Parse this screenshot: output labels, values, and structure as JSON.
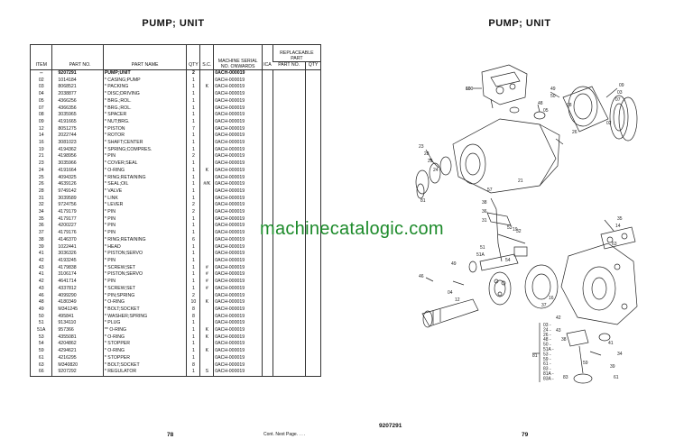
{
  "left_page": {
    "title": "PUMP; UNIT",
    "page_number": "78",
    "continued": "Cont. Next Page. . . .",
    "headers": {
      "item": "ITEM",
      "part_no": "PART NO.",
      "part_name": "PART NAME",
      "qty": "QTY",
      "sc": "S.C.",
      "machine_serial": "MACHINE SERIAL NO. ONWARDS",
      "replaceable_part": "REPLACEABLE PART",
      "ica": "ICA",
      "rp_part_no": "PART NO.",
      "rp_qty": "QTY"
    },
    "rows": [
      [
        "--",
        "9207291",
        "PUMP;UNIT",
        "2",
        "",
        "0ACH-000019"
      ],
      [
        "02",
        "1014184",
        "* CASING;PUMP",
        "1",
        "",
        "0ACH-000019"
      ],
      [
        "03",
        "8068521",
        "* PACKING",
        "1",
        "K",
        "0ACH-000019"
      ],
      [
        "04",
        "2038877",
        "* DISC;DRIVING",
        "1",
        "",
        "0ACH-000019"
      ],
      [
        "05",
        "4366256",
        "* BRG.;ROL.",
        "1",
        "",
        "0ACH-000019"
      ],
      [
        "07",
        "4366356",
        "* BRG.;ROL.",
        "1",
        "",
        "0ACH-000019"
      ],
      [
        "08",
        "3035965",
        "* SPACER",
        "1",
        "",
        "0ACH-000019"
      ],
      [
        "09",
        "4191665",
        "* NUT;BRG.",
        "1",
        "",
        "0ACH-000019"
      ],
      [
        "12",
        "8051275",
        "* PISTON",
        "7",
        "",
        "0ACH-000019"
      ],
      [
        "14",
        "2022744",
        "* ROTOR",
        "1",
        "",
        "0ACH-000019"
      ],
      [
        "16",
        "3081023",
        "* SHAFT;CENTER",
        "1",
        "",
        "0ACH-000019"
      ],
      [
        "19",
        "4194362",
        "* SPRING;COMPRES.",
        "1",
        "",
        "0ACH-000019"
      ],
      [
        "21",
        "4198956",
        "* PIN",
        "2",
        "",
        "0ACH-000019"
      ],
      [
        "23",
        "3035966",
        "* COVER;SEAL",
        "1",
        "",
        "0ACH-000019"
      ],
      [
        "24",
        "4191664",
        "* O-RING",
        "1",
        "K",
        "0ACH-000019"
      ],
      [
        "25",
        "4094325",
        "* RING;RETAINING",
        "1",
        "",
        "0ACH-000019"
      ],
      [
        "26",
        "4639126",
        "* SEAL;OIL",
        "1",
        "#/K",
        "0ACH-000019"
      ],
      [
        "28",
        "9749142",
        "* VALVE",
        "1",
        "",
        "0ACH-000019"
      ],
      [
        "31",
        "3039589",
        "* LINK",
        "1",
        "",
        "0ACH-000019"
      ],
      [
        "32",
        "9724756",
        "* LEVER",
        "2",
        "",
        "0ACH-000019"
      ],
      [
        "34",
        "4179179",
        "* PIN",
        "2",
        "",
        "0ACH-000019"
      ],
      [
        "35",
        "4179177",
        "* PIN",
        "1",
        "",
        "0ACH-000019"
      ],
      [
        "36",
        "4200227",
        "* PIN",
        "1",
        "",
        "0ACH-000019"
      ],
      [
        "37",
        "4179176",
        "* PIN",
        "1",
        "",
        "0ACH-000019"
      ],
      [
        "38",
        "4146370",
        "* RING;RETAINING",
        "6",
        "",
        "0ACH-000019"
      ],
      [
        "39",
        "1022441",
        "* HEAD",
        "1",
        "",
        "0ACH-000019"
      ],
      [
        "41",
        "3036326",
        "* PISTON;SERVO",
        "1",
        "",
        "0ACH-000019"
      ],
      [
        "42",
        "4193245",
        "* PIN",
        "1",
        "",
        "0ACH-000019"
      ],
      [
        "43",
        "4179838",
        "* SCREW;SET",
        "1",
        "#",
        "0ACH-000019"
      ],
      [
        "41",
        "3106174",
        "* PISTON;SERVO",
        "1",
        "#",
        "0ACH-000019"
      ],
      [
        "42",
        "4641714",
        "* PIN",
        "1",
        "#",
        "0ACH-000019"
      ],
      [
        "43",
        "4337812",
        "* SCREW;SET",
        "1",
        "#",
        "0ACH-000019"
      ],
      [
        "46",
        "4099290",
        "* PIN;SPRING",
        "2",
        "",
        "0ACH-000019"
      ],
      [
        "48",
        "4180349",
        "* O-RING",
        "10",
        "K",
        "0ACH-000019"
      ],
      [
        "49",
        "M341245",
        "* BOLT;SOCKET",
        "8",
        "",
        "0ACH-000019"
      ],
      [
        "50",
        "495841",
        "* WASHER;SPRING",
        "8",
        "",
        "0ACH-000019"
      ],
      [
        "51",
        "9134110",
        "* PLUG",
        "1",
        "",
        "0ACH-000019"
      ],
      [
        "51A",
        "957366",
        "** O-RING",
        "1",
        "K",
        "0ACH-000019"
      ],
      [
        "53",
        "4355081",
        "* O-RING",
        "1",
        "K",
        "0ACH-000019"
      ],
      [
        "54",
        "4204862",
        "* STOPPER",
        "1",
        "",
        "0ACH-000019"
      ],
      [
        "59",
        "4294621",
        "* O-RING",
        "1",
        "K",
        "0ACH-000019"
      ],
      [
        "61",
        "4216295",
        "* STOPPER",
        "1",
        "",
        "0ACH-000019"
      ],
      [
        "63",
        "M340820",
        "* BOLT;SOCKET",
        "8",
        "",
        "0ACH-000019"
      ],
      [
        "66",
        "9207292",
        "* REGULATOR",
        "1",
        "S",
        "0ACH-000019"
      ]
    ]
  },
  "right_page": {
    "title": "PUMP; UNIT",
    "page_number": "79",
    "reference": "9207291",
    "watermark": "machinecatalogic.com",
    "diagram_labels": [
      "66",
      "49",
      "50",
      "48",
      "08",
      "05",
      "09",
      "03",
      "07",
      "02",
      "26",
      "23",
      "28",
      "25",
      "24",
      "81",
      "21",
      "57",
      "38",
      "36",
      "31",
      "53",
      "51",
      "51A",
      "54",
      "32",
      "35",
      "14",
      "63",
      "49",
      "46",
      "04",
      "12",
      "19",
      "16",
      "37",
      "38",
      "34",
      "41",
      "42",
      "43",
      "39",
      "61",
      "59",
      "83",
      "81",
      "100"
    ],
    "group_labels": [
      "03",
      "24",
      "26",
      "48",
      "50",
      "51A",
      "53",
      "59",
      "61",
      "83",
      "81A",
      "83A"
    ]
  },
  "colors": {
    "watermark": "#1c8a2a",
    "ink": "#111111"
  }
}
